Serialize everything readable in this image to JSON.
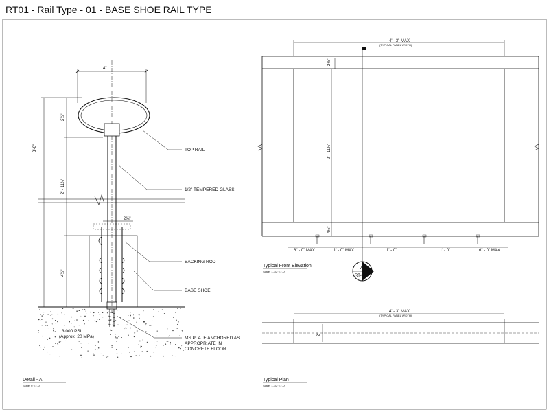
{
  "sheet_title": "RT01 - Rail Type - 01 - BASE SHOE RAIL TYPE",
  "detail": {
    "caption": "Detail - A",
    "scale": "Scale: 6\"=1'-0\"",
    "dims": {
      "top_width": "4\"",
      "overall_height": "3'-6\"",
      "rail_height": "2½\"",
      "glass_height": "2' - 11⅜\"",
      "shoe_width": "2⅝\"",
      "shoe_height": "4½\"",
      "anchor": "¾\""
    },
    "callouts": {
      "top_rail": "TOP RAIL",
      "glass": "1/2\" TEMPERED GLASS",
      "backing_rod": "BACKING ROD",
      "base_shoe": "BASE SHOE",
      "ms_plate_1": "MS PLATE ANCHORED AS",
      "ms_plate_2": "APPROPRIATE IN",
      "ms_plate_3": "CONCRETE FLOOR"
    },
    "concrete_1": "3,000 PSI",
    "concrete_2": "(Approx. 20 MPa)"
  },
  "elevation": {
    "caption": "Typical Front Elevation",
    "scale": "Scale: 1-1/2\"=1'-0\"",
    "panel_width": "4' - 3\" MAX",
    "panel_width_note": "(TYPICAL PANEL WIDTH)",
    "top_rail_dim": "2½\"",
    "glass_dim": "2' - 11⅜\"",
    "shoe_dim": "4½\"",
    "spacings": [
      "6\" - 0\" MAX",
      "1' - 0\" MAX",
      "1' - 0\"",
      "1' - 0\"",
      "6\" - 0\" MAX"
    ],
    "section_letter": "A",
    "section_sheet": "RT-01"
  },
  "plan": {
    "caption": "Typical Plan",
    "scale": "Scale: 1-1/2\"=1'-0\"",
    "panel_width": "4' - 3\" MAX",
    "panel_width_note": "(TYPICAL PANEL WIDTH)",
    "thickness": "2\""
  }
}
